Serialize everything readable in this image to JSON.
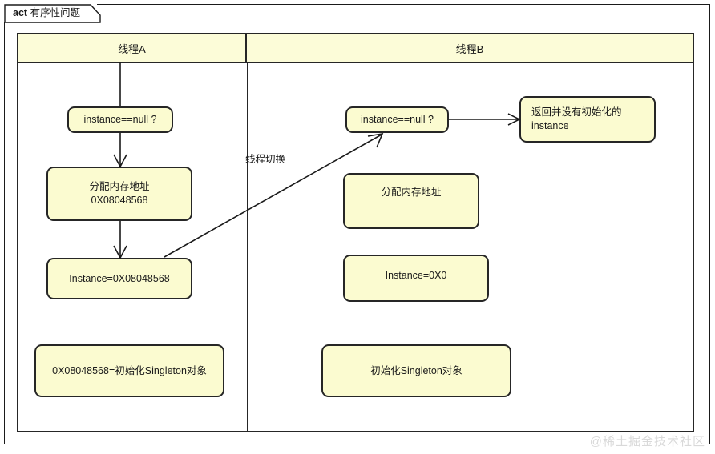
{
  "frame": {
    "keyword": "act",
    "title": "有序性问题"
  },
  "lanes": [
    {
      "name": "线程A"
    },
    {
      "name": "线程B"
    }
  ],
  "nodes": {
    "a_check": {
      "label": "instance==null ?"
    },
    "a_alloc_l1": {
      "label": "分配内存地址"
    },
    "a_alloc_l2": {
      "label": "0X08048568"
    },
    "a_assign": {
      "label": "Instance=0X08048568"
    },
    "a_init": {
      "label": "0X08048568=初始化Singleton对象"
    },
    "b_check": {
      "label": "instance==null ?"
    },
    "b_return_l1": {
      "label": "返回并没有初始化的"
    },
    "b_return_l2": {
      "label": "instance"
    },
    "b_alloc": {
      "label": "分配内存地址"
    },
    "b_assign": {
      "label": "Instance=0X0"
    },
    "b_init": {
      "label": "初始化Singleton对象"
    }
  },
  "edges": {
    "thread_switch_label": "线程切换"
  },
  "watermark": {
    "text": "@稀土掘金技术社区"
  },
  "colors": {
    "lane_header_fill": "#fcfcd8",
    "node_fill": "#fbfbd0",
    "stroke": "#262626",
    "watermark": "#d9d9d9"
  }
}
